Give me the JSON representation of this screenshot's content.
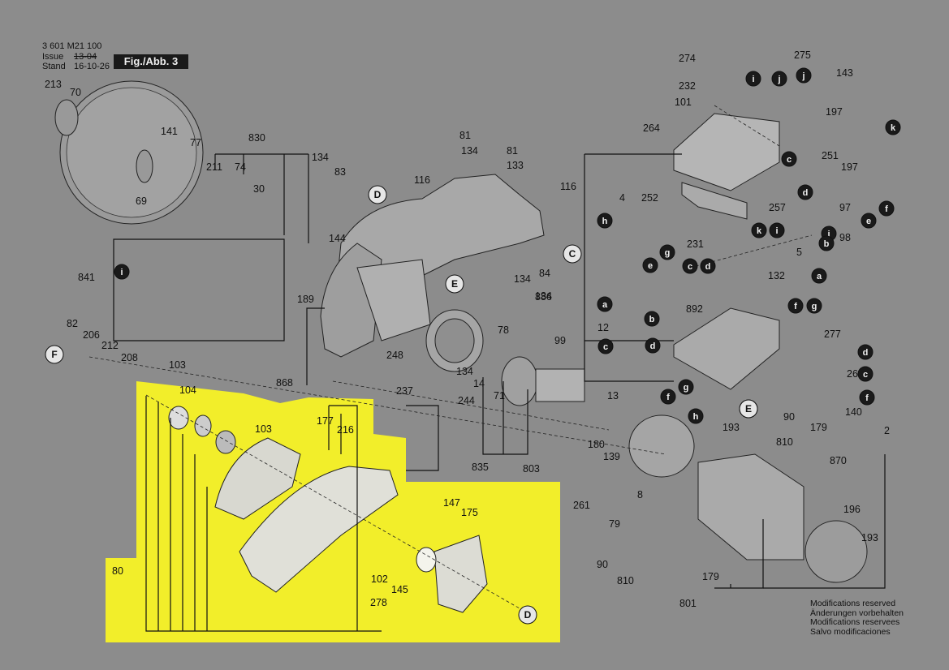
{
  "header": {
    "doc_number": "3 601 M21 100",
    "issue_label": "Issue",
    "stand_label": "Stand",
    "issue_old": "13-04",
    "issue_date": "16-10-26",
    "figure": "Fig./Abb. 3"
  },
  "modifications": [
    "Modifications reserved",
    "Änderungen vorbehalten",
    "Modifications reservees",
    "Salvo modificaciones"
  ],
  "highlight_color": "#f2ee2a",
  "part_labels": [
    "213",
    "70",
    "141",
    "77",
    "830",
    "211",
    "74",
    "134",
    "83",
    "30",
    "69",
    "841",
    "144",
    "189",
    "82",
    "206",
    "212",
    "208",
    "103",
    "104",
    "868",
    "103",
    "177",
    "216",
    "248",
    "237",
    "244",
    "134",
    "14",
    "71",
    "835",
    "803",
    "78",
    "116",
    "134",
    "81",
    "134",
    "81",
    "133",
    "116",
    "84",
    "134",
    "886",
    "80",
    "147",
    "175",
    "102",
    "145",
    "278",
    "274",
    "275",
    "232",
    "143",
    "101",
    "197",
    "264",
    "251",
    "197",
    "4",
    "252",
    "97",
    "257",
    "231",
    "5",
    "98",
    "132",
    "892",
    "99",
    "12",
    "277",
    "269",
    "140",
    "13",
    "180",
    "139",
    "193",
    "90",
    "179",
    "2",
    "8",
    "810",
    "870",
    "261",
    "79",
    "196",
    "193",
    "90",
    "810",
    "179",
    "801"
  ],
  "callouts": [
    "i",
    "D",
    "E",
    "C",
    "E",
    "F",
    "D",
    "j",
    "i",
    "j",
    "k",
    "c",
    "d",
    "f",
    "e",
    "h",
    "g",
    "e",
    "k",
    "i",
    "j",
    "b",
    "c",
    "d",
    "a",
    "a",
    "b",
    "c",
    "d",
    "f",
    "g",
    "d",
    "c",
    "f",
    "E",
    "f",
    "g",
    "h"
  ]
}
